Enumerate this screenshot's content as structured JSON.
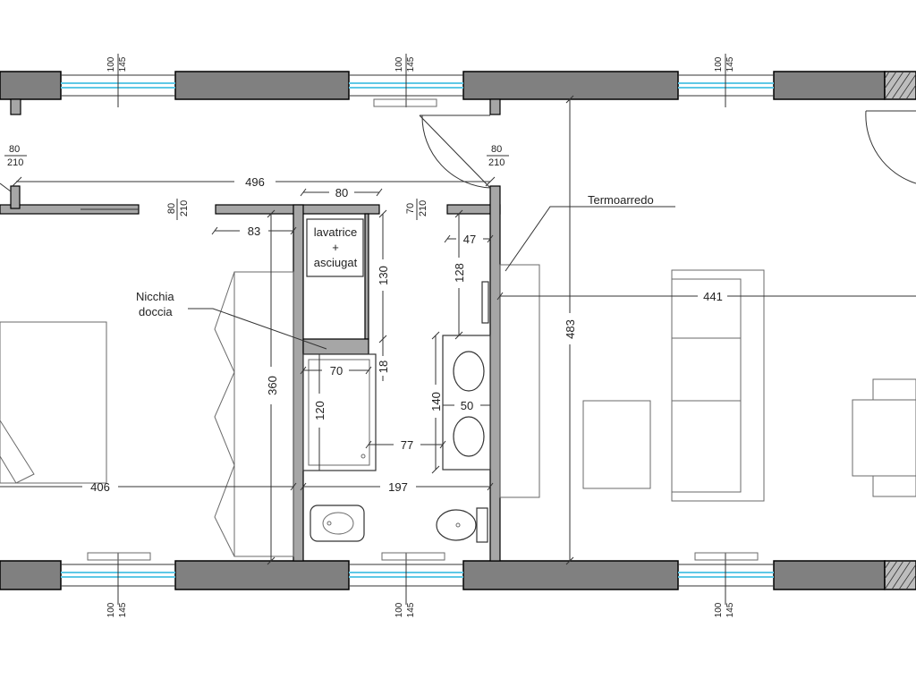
{
  "plan": {
    "windows": [
      {
        "top": "100",
        "bottom": "145"
      },
      {
        "top": "100",
        "bottom": "145"
      },
      {
        "top": "100",
        "bottom": "145"
      },
      {
        "top": "100",
        "bottom": "145"
      },
      {
        "top": "100",
        "bottom": "145"
      },
      {
        "top": "100",
        "bottom": "145"
      }
    ],
    "doors": [
      {
        "width": "80",
        "height": "210"
      },
      {
        "width": "80",
        "height": "210"
      },
      {
        "width": "80",
        "height": "210"
      },
      {
        "width": "70",
        "height": "210"
      }
    ],
    "dimensions": {
      "d496": "496",
      "d80": "80",
      "d83": "83",
      "d47": "47",
      "d130": "130",
      "d128": "128",
      "d441": "441",
      "d483": "483",
      "d360": "360",
      "d70": "70",
      "d18": "18",
      "d140": "140",
      "d50": "50",
      "d120": "120",
      "d77": "77",
      "d406": "406",
      "d197": "197"
    },
    "labels": {
      "termoarredo": "Termoarredo",
      "nicchia_line1": "Nicchia",
      "nicchia_line2": "doccia",
      "lavatrice_line1": "lavatrice",
      "lavatrice_line2": "+",
      "lavatrice_line3": "asciugat"
    }
  }
}
